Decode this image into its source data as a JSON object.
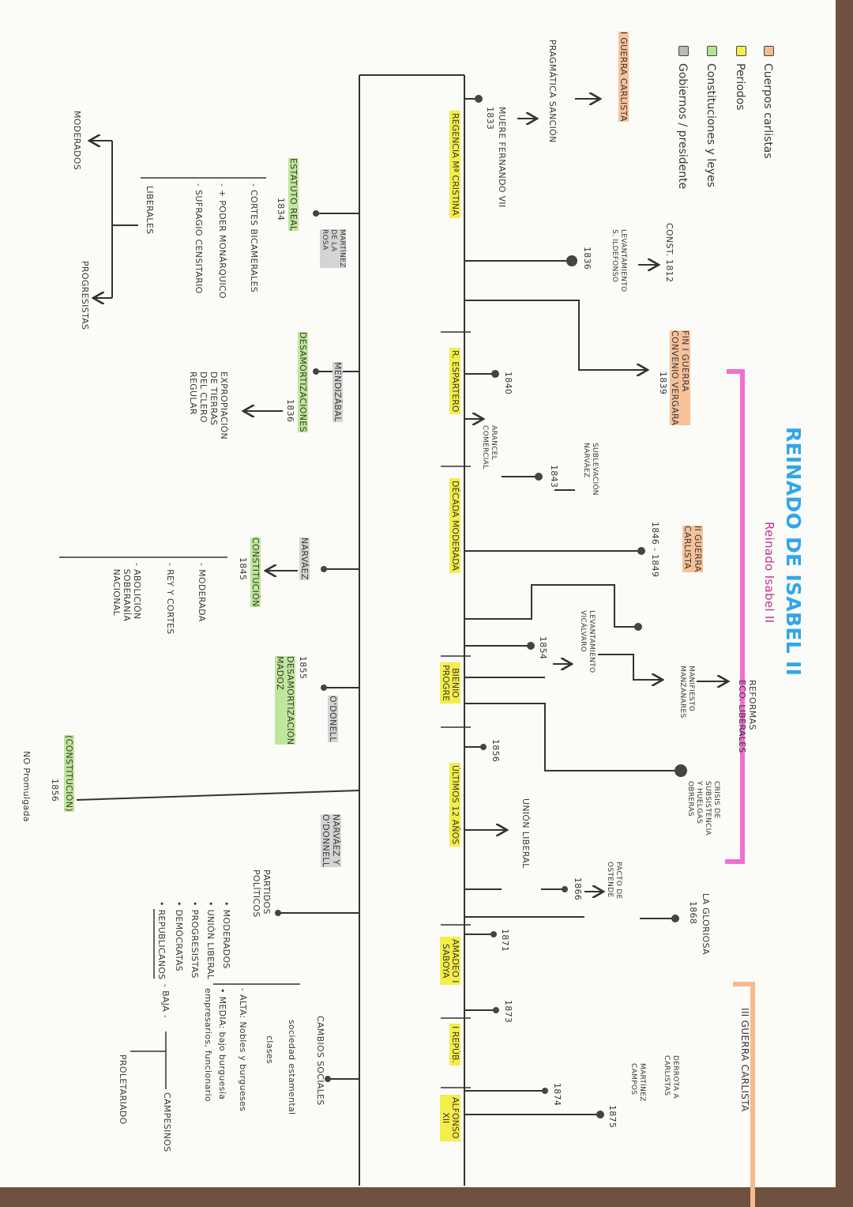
{
  "legend": [
    {
      "label": "Cuerpos carlistas",
      "color": "#f6bb8c"
    },
    {
      "label": "Periodos",
      "color": "#f3ee4a"
    },
    {
      "label": "Constituciones y leyes",
      "color": "#b5e58e"
    },
    {
      "label": "Gobiernos / presidente",
      "color": "#b9b9b9"
    }
  ],
  "title": "REINADO DE ISABEL II",
  "subtitle": "Reinado Isabel II",
  "third_war": "III GUERRA CARLISTA",
  "colors": {
    "title": "#33a6e8",
    "bracket_isabel": "#f06fd0",
    "bracket_carlist": "#f6bb8c",
    "period": "#f3ee4a"
  },
  "periods": [
    "REGENCIA Mª CRISTINA",
    "R. ESPARTERO",
    "DÉCADA MODERADA",
    "BIENIO\nPROGRE",
    "ÚLTIMOS 12 AÑOS",
    "AMADEO I\nSABOYA",
    "I REPÚB.",
    "ALFONSO\nXII"
  ],
  "above": {
    "muere": "MUERE FERNANDO VII",
    "y1833": "1833",
    "pragmatica": "PRAGMÁTICA SANCIÓN",
    "guerra1": "I GUERRA CARLISTA",
    "y1836": "1836",
    "levantamiento_si": "LEVANTAMIENTO\nS. ILDEFONSO",
    "const1812": "CONST. 1812",
    "fin_guerra": "FIN I GUERRA\nCONVENIO VERGARA",
    "y1839": "1839",
    "y1840": "1840",
    "arancel": "ARANCEL\nCOMERCIAL",
    "y1843": "1843",
    "sublevacion": "SUBLEVACIÓN\nNARVÁEZ",
    "y1846_1849": "1846 - 1849",
    "guerra2": "II GUERRA\nCARLISTA",
    "y1854": "1854",
    "vicalvaro": "LEVANTAMIENTO\nVICÁLVARO",
    "manzanares": "MANIFIESTO\nMANZANARES",
    "reformas": "REFORMAS\nECO. LIBERALES",
    "y1856": "1856",
    "crisis": "CRISIS DE\nSUBSISTENCIA\nY HUELGAS\nOBRERAS",
    "union": "UNIÓN LIBERAL",
    "y1866": "1866",
    "ostende": "PACTO DE\nOSTENDE",
    "gloriosa": "LA GLORIOSA",
    "y1868": "1868",
    "y1871": "1871",
    "y1873": "1873",
    "y1874": "1874",
    "derrota": "DERROTA A\nCARLISTAS",
    "martinez": "MARTÍNEZ\nCAMPOS",
    "y1875": "1875"
  },
  "below": {
    "martinez_rosa": "MARTÍNEZ\nDE LA\nROSA",
    "estatuto": "ESTATUTO REAL",
    "y1834": "1834",
    "estatuto_items": [
      "- CORTES BICAMERALES",
      "- + PODER MONÁRQUICO",
      "- SUFRAGIO CENSITARIO"
    ],
    "liberales": "LIBERALES",
    "moderados": "MODERADOS",
    "progresistas": "PROGRESISTAS",
    "mendizabal": "MENDIZÁBAL",
    "desamortizaciones": "DESAMORTIZACIONES",
    "y1836": "1836",
    "expropiacion": "EXPROPIACIÓN\nDE TIERRAS\nDEL CLERO\nREGULAR",
    "narvaez": "NARVÁEZ",
    "const1845": "CONSTITUCIÓN",
    "y1845": "1845",
    "const1845_items": [
      "- MODERADA",
      "- REY Y CORTES",
      "- ABOLICIÓN\n  SOBERANÍA\n  NACIONAL"
    ],
    "odonell": "O'DONELL",
    "y1855": "1855",
    "madoz": "DESAMORTIZACIÓN\nMADOZ",
    "const1856": "(CONSTITUCIÓN)",
    "y1856": "1856",
    "no_promulgada": "NO Promulgada",
    "narvaez_odonnell": "NARVÁEZ Y\nO'DONNELL",
    "partidos": "PARTIDOS\nPOLÍTICOS",
    "partidos_items": [
      "MODERADOS",
      "UNIÓN LIBERAL",
      "PROGRESISTAS",
      "DEMÓCRATAS",
      "REPUBLICANOS"
    ],
    "cambios": "CAMBIOS SOCIALES",
    "estamental": "sociedad estamental",
    "clases": "clases",
    "clases_items": [
      "- ALTA: Nobles y burgueses",
      "• MEDIA: bajo burguesía",
      "empresarios, funcionario"
    ],
    "baja": "- BAJA -",
    "campesinos": "CAMPESINOS",
    "proletariado": "PROLETARIADO"
  }
}
